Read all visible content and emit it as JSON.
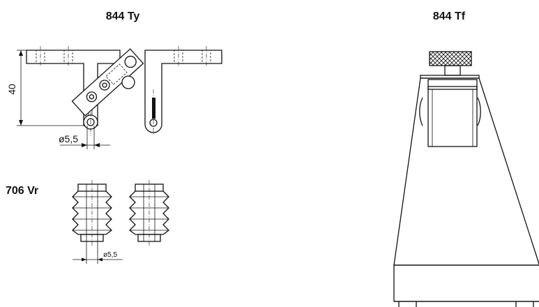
{
  "labels": {
    "ty": "844 Ty",
    "tf": "844 Tf",
    "vr": "706 Vr"
  },
  "dimensions": {
    "height_40": "40",
    "dia_ty": "ø5,5",
    "dia_vr": "ø5,5"
  }
}
